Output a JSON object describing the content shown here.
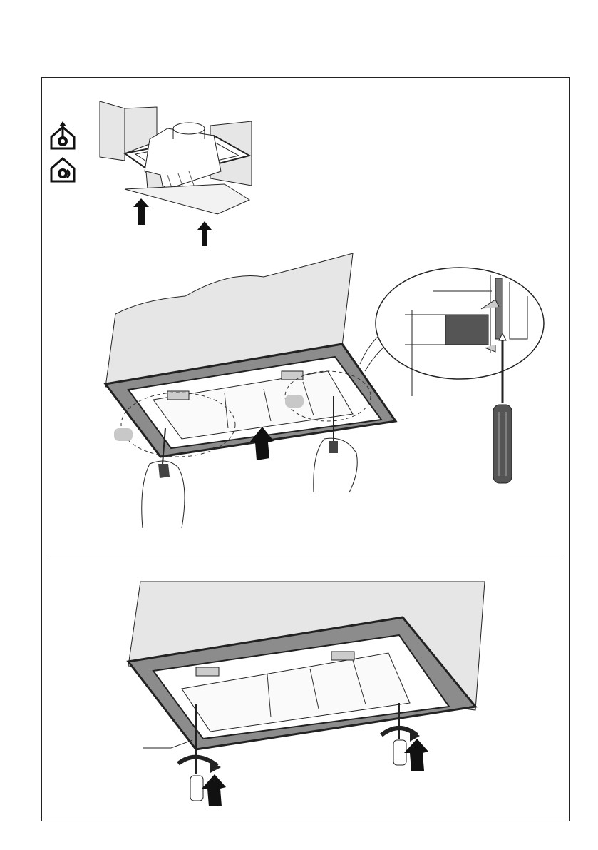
{
  "page": {
    "title": "",
    "frame_color": "#222222",
    "wall_fill": "#e6e6e6",
    "trim_fill": "#8c8c8c",
    "badge_fill": "#c8c8c8"
  },
  "icons": [
    {
      "name": "ducted-mode-icon"
    },
    {
      "name": "recirculation-mode-icon"
    }
  ],
  "steps": [
    {
      "name": "step-insert-hood",
      "arrows": 2
    },
    {
      "name": "step-clip-fixing",
      "callouts": 2
    },
    {
      "name": "step-tighten-screws",
      "rotations": 2
    }
  ]
}
